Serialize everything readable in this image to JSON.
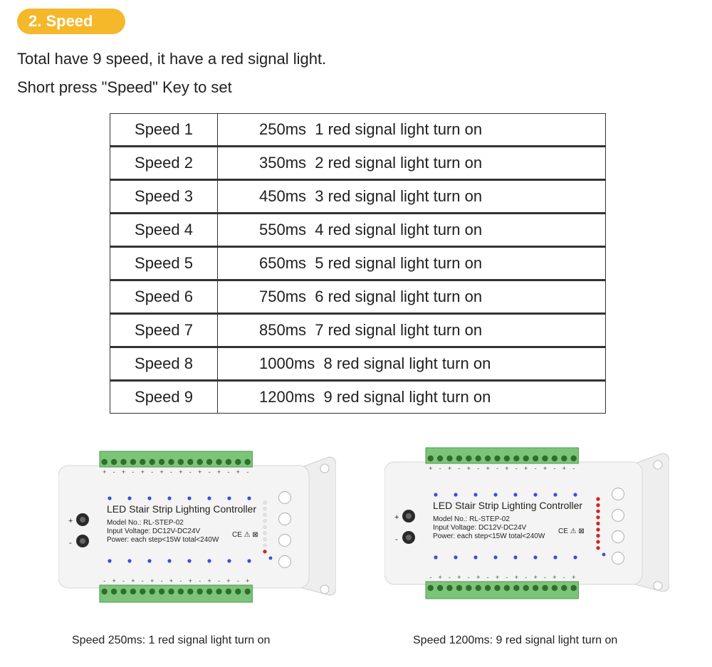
{
  "section": {
    "badge": "2. Speed"
  },
  "intro": {
    "line1": "Total have 9 speed, it have a red signal light.",
    "line2": "Short press \"Speed\" Key to set"
  },
  "table": {
    "rows": [
      {
        "speed": "Speed 1",
        "desc": "250ms  1 red signal light turn on"
      },
      {
        "speed": "Speed 2",
        "desc": "350ms  2 red signal light turn on"
      },
      {
        "speed": "Speed 3",
        "desc": "450ms  3 red signal light turn on"
      },
      {
        "speed": "Speed 4",
        "desc": "550ms  4 red signal light turn on"
      },
      {
        "speed": "Speed 5",
        "desc": "650ms  5 red signal light turn on"
      },
      {
        "speed": "Speed 6",
        "desc": "750ms  6 red signal light turn on"
      },
      {
        "speed": "Speed 7",
        "desc": "850ms  7 red signal light turn on"
      },
      {
        "speed": "Speed 8",
        "desc": "1000ms  8 red signal light turn on"
      },
      {
        "speed": "Speed 9",
        "desc": "1200ms  9 red signal light turn on"
      }
    ]
  },
  "device": {
    "title": "LED Stair Strip Lighting Controller",
    "model": "Model No.: RL-STEP-02",
    "voltage": "Input Voltage: DC12V-DC24V",
    "power": "Power: each step<15W    total<240W",
    "marks": "CE ⚠ ⊠",
    "plus": "+",
    "minus": "-",
    "red_lights_lit": [
      1,
      9
    ],
    "colors": {
      "terminal": "#7cc47a",
      "red": "#e02020",
      "blue": "#3a4fd8",
      "body": "#f4f4f4"
    }
  },
  "captions": {
    "left": "Speed 250ms: 1 red signal light turn on",
    "right": "Speed 1200ms: 9 red signal light turn on"
  }
}
